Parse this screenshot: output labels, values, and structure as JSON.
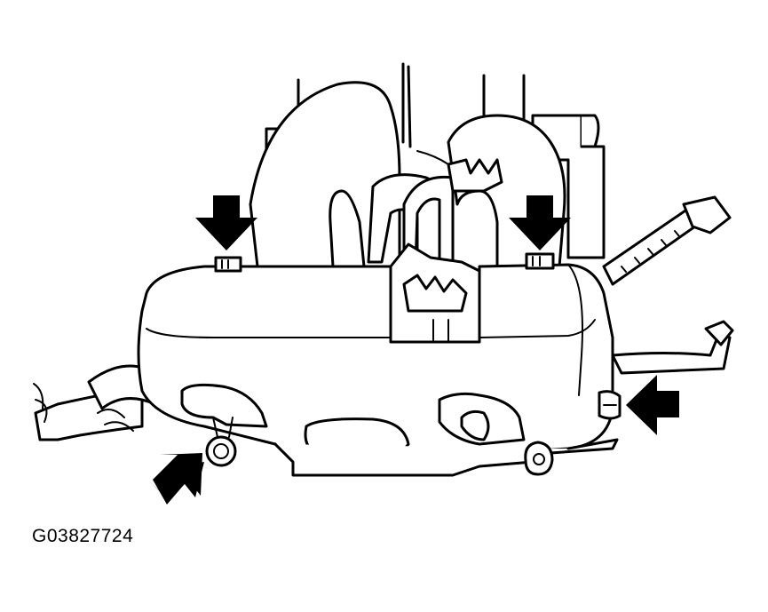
{
  "figure": {
    "code": "G03827724"
  },
  "colors": {
    "line": "#000000",
    "fill": "#ffffff",
    "arrow": "#000000"
  },
  "callouts": [
    {
      "name": "arrow-top-left-bolt",
      "direction": "down"
    },
    {
      "name": "arrow-top-right-bolt",
      "direction": "down"
    },
    {
      "name": "arrow-right-bolt",
      "direction": "left"
    },
    {
      "name": "arrow-bottom-left-bolt",
      "direction": "up-right"
    }
  ]
}
